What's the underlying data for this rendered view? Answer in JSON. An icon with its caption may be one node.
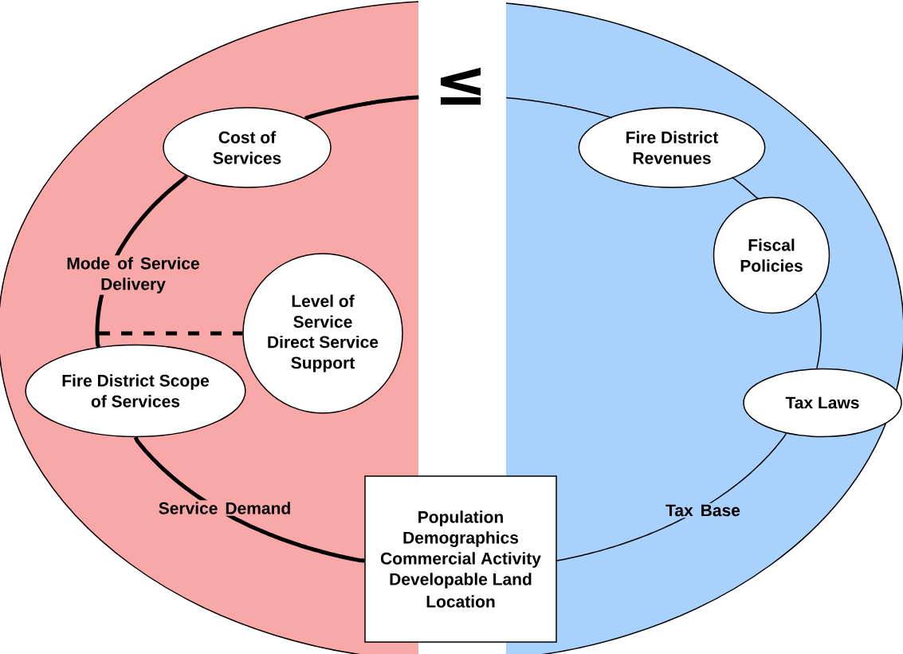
{
  "diagram": {
    "nodes": [
      {
        "text": [
          "Cost of Services"
        ]
      },
      {
        "text": [
          "Fire District Revenues"
        ]
      },
      {
        "text": [
          "Fiscal Policies"
        ]
      },
      {
        "text": [
          "Level of Service",
          "Direct Service Support"
        ]
      },
      {
        "text": [
          "Tax Laws"
        ]
      },
      {
        "text": [
          "Fire District Scope of Services"
        ]
      },
      {
        "text": [
          "Population",
          "Demographics",
          "Commercial Activity",
          "Developable Land",
          "Location"
        ]
      }
    ],
    "edges": [
      {
        "from": 0,
        "to": null,
        "arrow": "none",
        "style": "thick"
      },
      {
        "from": 0,
        "to": 5,
        "arrow": "none",
        "style": "thick"
      },
      {
        "from": 5,
        "to": 6,
        "arrow": "none",
        "style": "thick"
      },
      {
        "from": 6,
        "to": 4,
        "arrow": "none"
      },
      {
        "from": 4,
        "to": 2,
        "arrow": "none"
      },
      {
        "from": 2,
        "to": 1,
        "arrow": "none"
      },
      {
        "from": 1,
        "to": null,
        "arrow": "none"
      },
      {
        "from": null,
        "to": 3,
        "arrow": "none",
        "style": "dashed"
      }
    ],
    "labels": [
      "≤",
      "Mode of Service Delivery",
      "Service Demand",
      "Tax Base"
    ]
  }
}
